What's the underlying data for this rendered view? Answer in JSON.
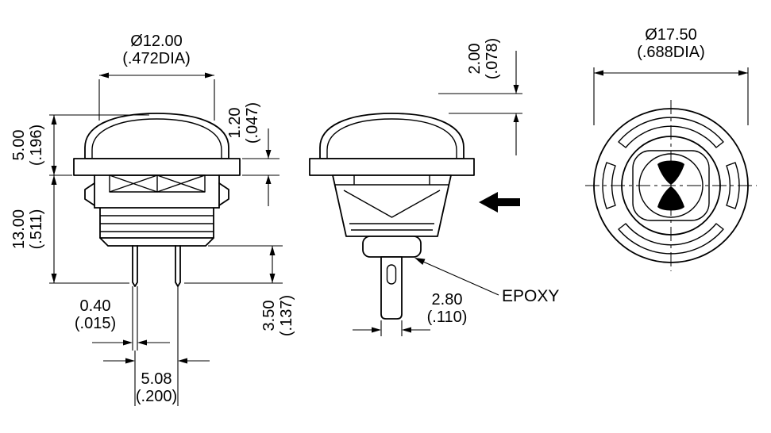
{
  "colors": {
    "ink": "#000000",
    "paper": "#ffffff"
  },
  "views": {
    "front": {
      "cap_diameter": {
        "mm": "Ø12.00",
        "inch": "(.472DIA)"
      },
      "cap_height": {
        "mm": "5.00",
        "inch": "(.196)"
      },
      "body_depth": {
        "mm": "13.00",
        "inch": "(.511)"
      },
      "bezel_thickness": {
        "mm": "1.20",
        "inch": "(.047)"
      },
      "terminal_thickness": {
        "mm": "0.40",
        "inch": "(.015)"
      },
      "terminal_pitch": {
        "mm": "5.08",
        "inch": "(.200)"
      },
      "terminal_length": {
        "mm": "3.50",
        "inch": "(.137)"
      }
    },
    "side": {
      "travel": {
        "mm": "2.00",
        "inch": "(.078)"
      },
      "terminal_width": {
        "mm": "2.80",
        "inch": "(.110)"
      },
      "epoxy_label": "EPOXY"
    },
    "rear": {
      "body_diameter": {
        "mm": "Ø17.50",
        "inch": "(.688DIA)"
      }
    }
  }
}
